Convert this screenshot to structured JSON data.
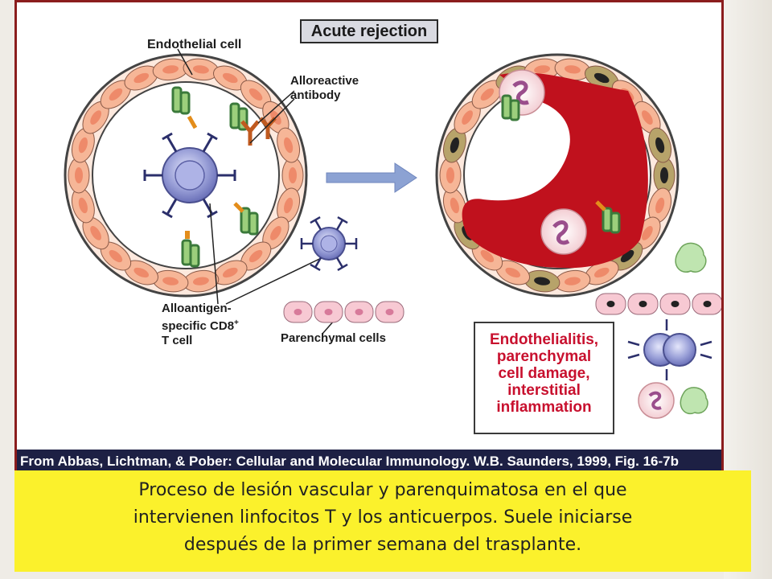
{
  "figure": {
    "title": "Acute rejection",
    "labels": {
      "endothelial_cell": "Endothelial cell",
      "alloreactive_antibody_line1": "Alloreactive",
      "alloreactive_antibody_line2": "antibody",
      "t_cell_line1": "Alloantigen-",
      "t_cell_line2": "specific CD8",
      "t_cell_superscript": "+",
      "t_cell_line3": "T cell",
      "parenchymal_cells": "Parenchymal cells"
    },
    "outcome": {
      "line1": "Endothelialitis,",
      "line2": "parenchymal",
      "line3": "cell damage,",
      "line4": "interstitial",
      "line5": "inflammation"
    },
    "citation": "From Abbas, Lichtman, & Pober: Cellular and Molecular Immunology. W.B. Saunders, 1999, Fig. 16-7b"
  },
  "caption": {
    "line1": "Proceso de lesión vascular y parenquimatosa en el que",
    "line2": "intervienen linfocitos T y los anticuerpos. Suele iniciarse",
    "line3": "después de la primer semana del trasplante."
  },
  "colors": {
    "endothelium": "#f6b697",
    "nucleus": "#ee8a6a",
    "blood": "#c0111d",
    "damaged_cell": "#b7a36a",
    "t_cell": "#7e84c8",
    "caption_bg": "#fbf12c",
    "outcome_text": "#c8102e",
    "citation_bg": "#1d2044"
  }
}
